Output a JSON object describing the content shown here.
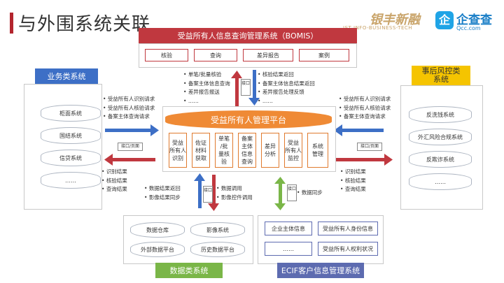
{
  "title": "与外围系统关联",
  "logos": {
    "yinfeng_main": "银丰新融",
    "yinfeng_sub": "IST INFO-BUSINESS-TECH",
    "qcc_mark": "企",
    "qcc_main": "企查查",
    "qcc_sub": "Qcc.com"
  },
  "bomis": {
    "title": "受益所有人信息查询管理系统（BOMIS）",
    "items": [
      "核验",
      "查询",
      "差异报告",
      "案例"
    ]
  },
  "platform": {
    "title": "受益所有人管理平台",
    "modules": [
      "受益\n所有人\n识别",
      "佐证\n材料\n获取",
      "单笔\n/批\n量核\n验",
      "备案\n主体\n信息\n查询",
      "差异\n分析",
      "受益\n所有人\n监控",
      "系统\n管理"
    ]
  },
  "business": {
    "title": "业务类系统",
    "items": [
      "柜面系统",
      "国结系统",
      "信贷系统",
      "……"
    ]
  },
  "risk": {
    "title": "事后风控类\n系统",
    "items": [
      "反洗钱系统",
      "外汇风险合规系统",
      "反欺诈系统",
      "……"
    ]
  },
  "data_sys": {
    "title": "数据类系统",
    "items": [
      "数据仓库",
      "影像系统",
      "外部数据平台",
      "历史数据平台"
    ]
  },
  "ecif": {
    "title": "ECIF客户信息管理系统",
    "items": [
      "企业主体信息",
      "受益所有人身份信息",
      "……",
      "受益所有人权利状况"
    ]
  },
  "labels": {
    "interface": "接口",
    "interface_page": "接口/页面",
    "top_left": [
      "单笔/批量核验",
      "备案主体信息查询",
      "差异报告报送",
      "……"
    ],
    "top_right": [
      "核验结果返回",
      "备案主体信息结果返回",
      "差异报告处理反馈",
      "……"
    ],
    "left_in": [
      "受益所有人识别请求",
      "受益所有人核验请求",
      "备案主体查询请求"
    ],
    "left_out": [
      "识别结果",
      "核验结果",
      "查询结果"
    ],
    "right_in": [
      "受益所有人识别请求",
      "受益所有人核验请求",
      "备案主体查询请求"
    ],
    "right_out": [
      "识别结果",
      "核验结果",
      "查询结果"
    ],
    "bottom_up": [
      "数据结果返回",
      "影像结果同步"
    ],
    "bottom_down": [
      "数据调用",
      "影像控件调用"
    ],
    "ecif_sync": [
      "数据同步"
    ]
  },
  "colors": {
    "red": "#c0383f",
    "blue": "#3d6fc6",
    "orange": "#ef8a35",
    "yellow": "#f5c400",
    "green": "#7ab648",
    "purple": "#5d6bb0"
  }
}
